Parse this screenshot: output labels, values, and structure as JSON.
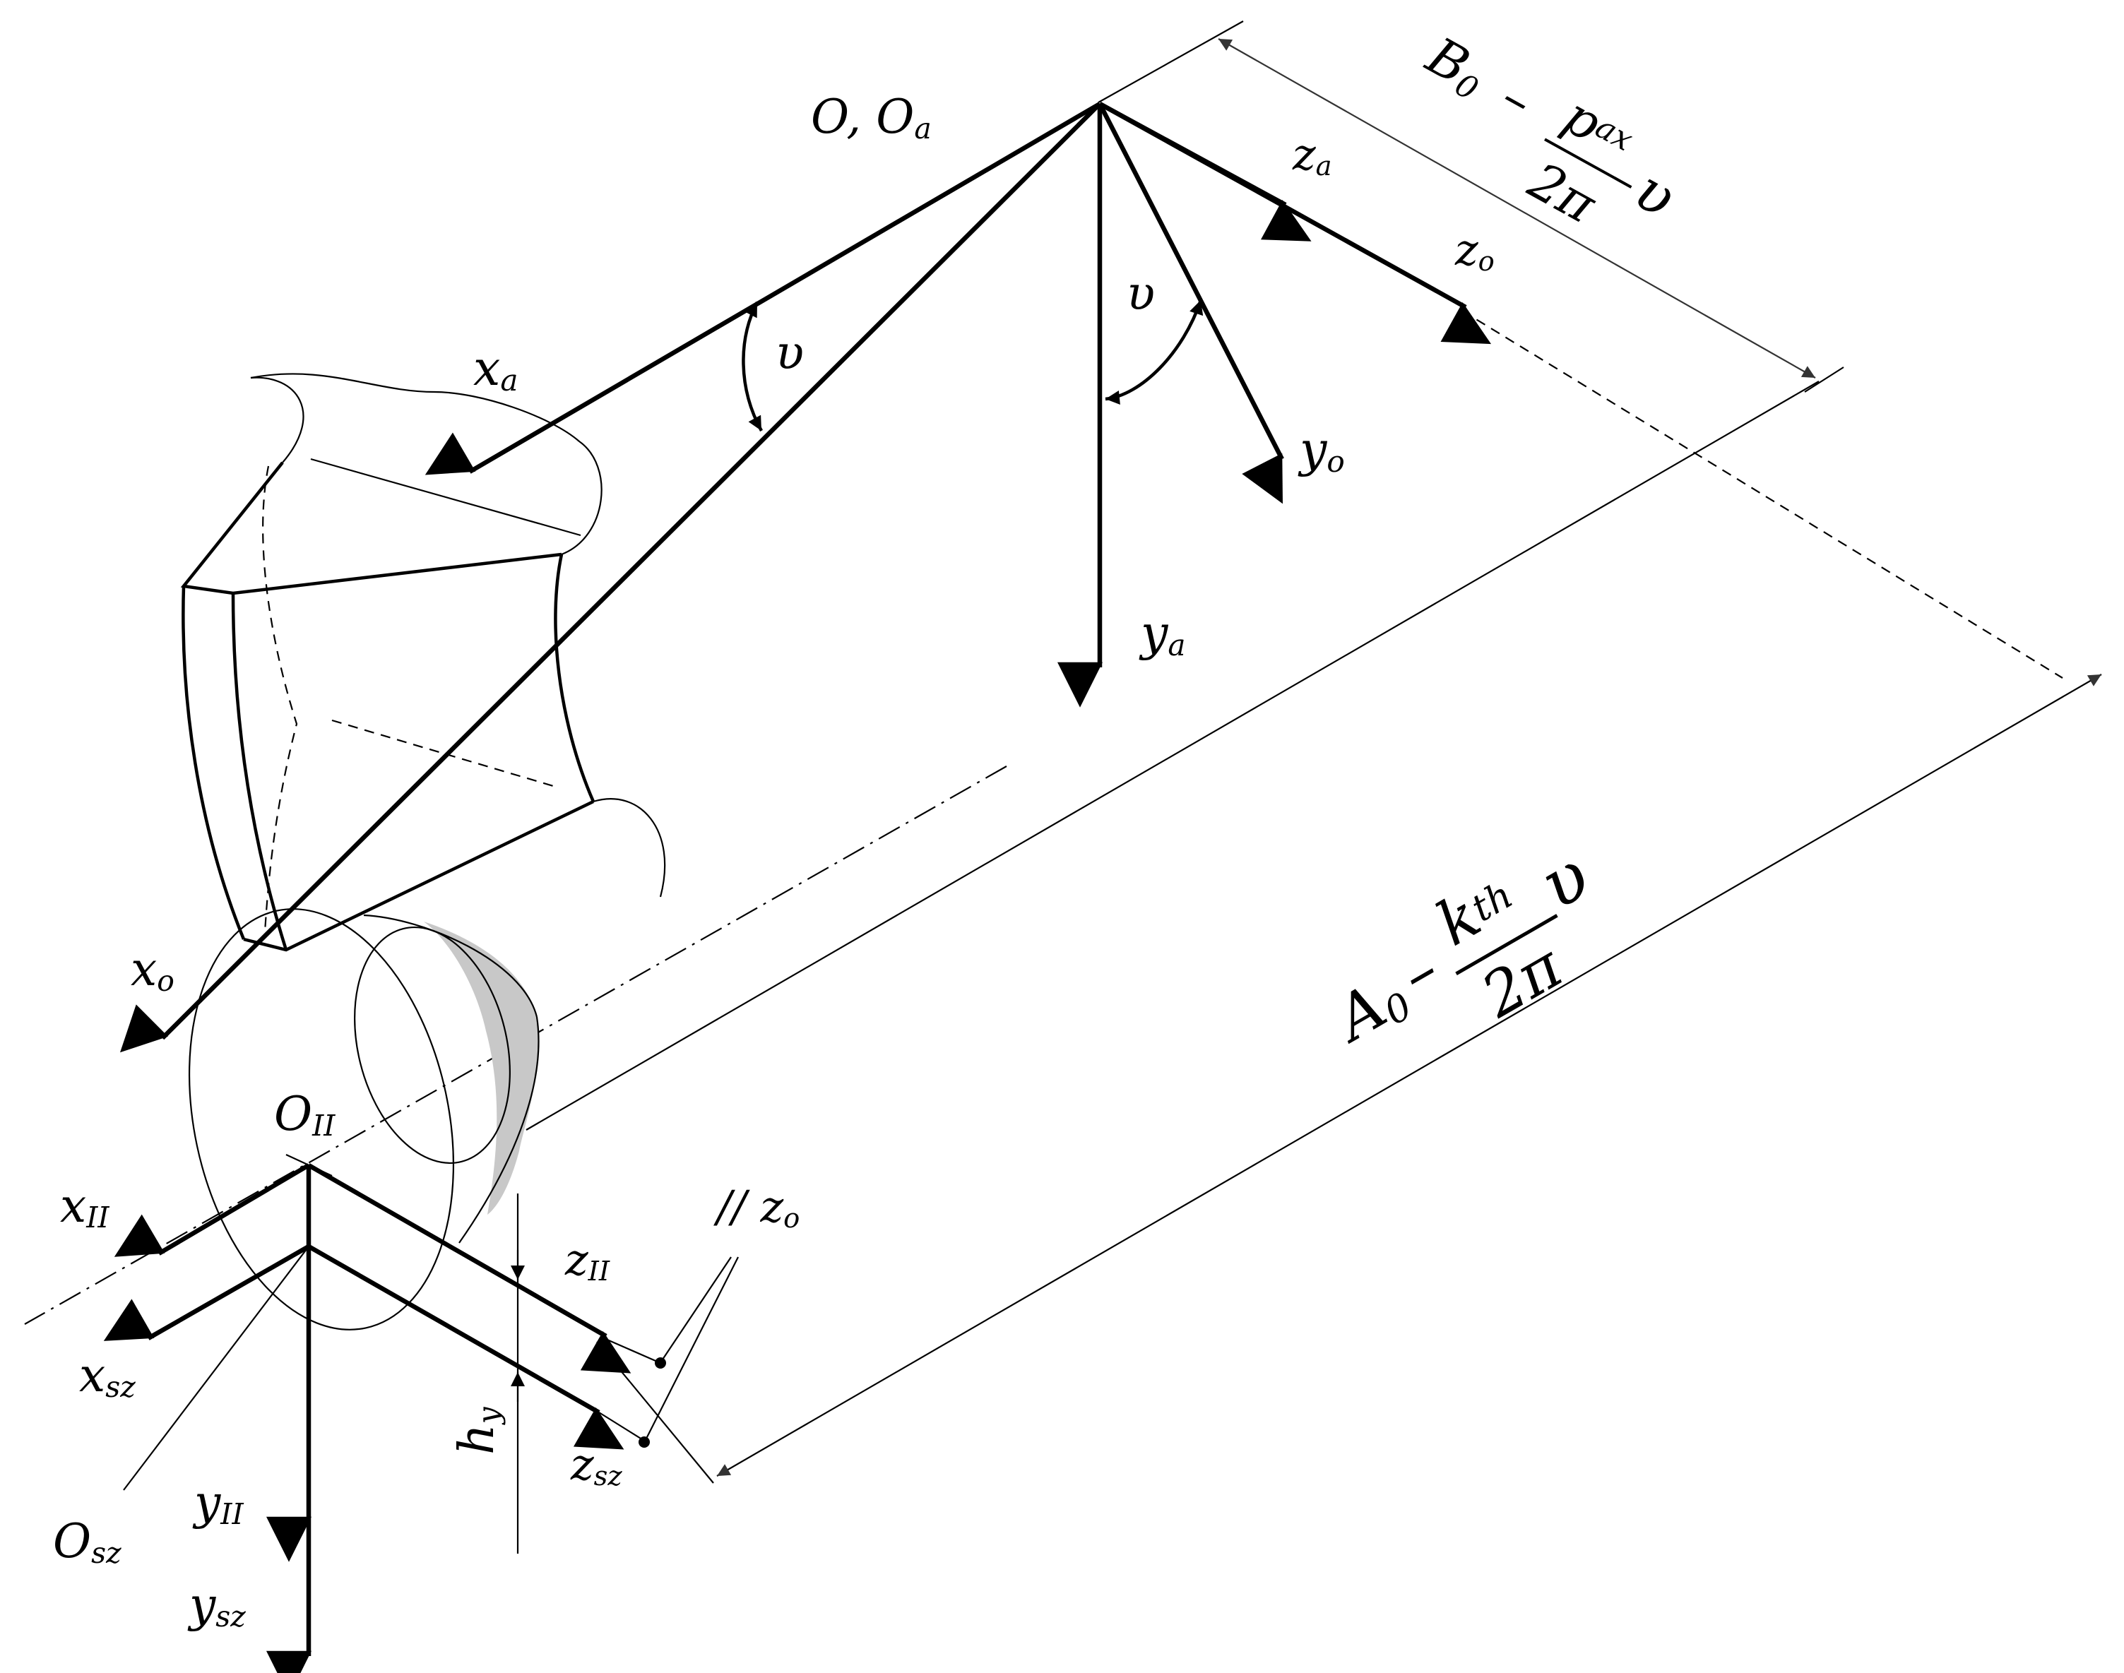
{
  "labels": {
    "origin": "O, O",
    "origin_sub": "a",
    "xa": "x",
    "xa_sub": "a",
    "ya": "y",
    "ya_sub": "a",
    "za": "z",
    "za_sub": "a",
    "xo": "x",
    "xo_sub": "o",
    "yo": "y",
    "yo_sub": "o",
    "zo": "z",
    "zo_sub": "o",
    "nu_top": "υ",
    "nu_right": "υ",
    "oii": "O",
    "oii_sub": "II",
    "xii": "x",
    "xii_sub": "II",
    "yii": "y",
    "yii_sub": "II",
    "zii": "z",
    "zii_sub": "II",
    "osz": "O",
    "osz_sub": "sz",
    "xsz": "x",
    "xsz_sub": "sz",
    "ysz": "y",
    "ysz_sub": "sz",
    "zsz": "z",
    "zsz_sub": "sz",
    "hy": "h",
    "hy_sub": "y",
    "parallel_zo": "// z",
    "parallel_zo_sub": "o"
  },
  "dimensions": {
    "b0": {
      "base": "B",
      "base_sub": "0",
      "minus": "–",
      "num": "p",
      "num_sub": "ax",
      "den": "2π",
      "mult": "υ"
    },
    "a0": {
      "base": "A",
      "base_sub": "0",
      "minus": "–",
      "num": "k",
      "num_sub": "th",
      "den": "2π",
      "mult": "υ"
    }
  }
}
